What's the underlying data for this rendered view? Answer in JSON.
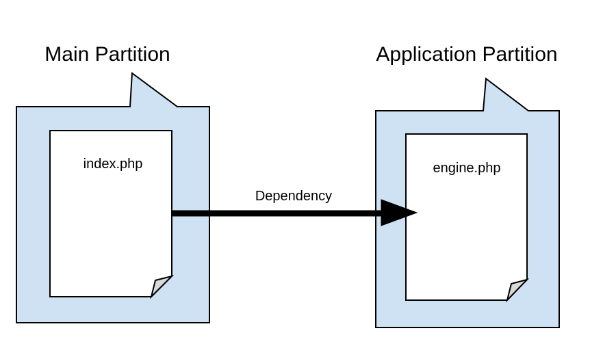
{
  "diagram": {
    "partitions": [
      {
        "title": "Main Partition",
        "file": {
          "name": "index.php"
        }
      },
      {
        "title": "Application Partition",
        "file": {
          "name": "engine.php"
        }
      }
    ],
    "edge": {
      "label": "Dependency"
    },
    "colors": {
      "partition_fill": "#cfe2f3",
      "file_fill": "#ffffff",
      "fold_fill": "#d9d9d9",
      "stroke": "#000000"
    }
  }
}
